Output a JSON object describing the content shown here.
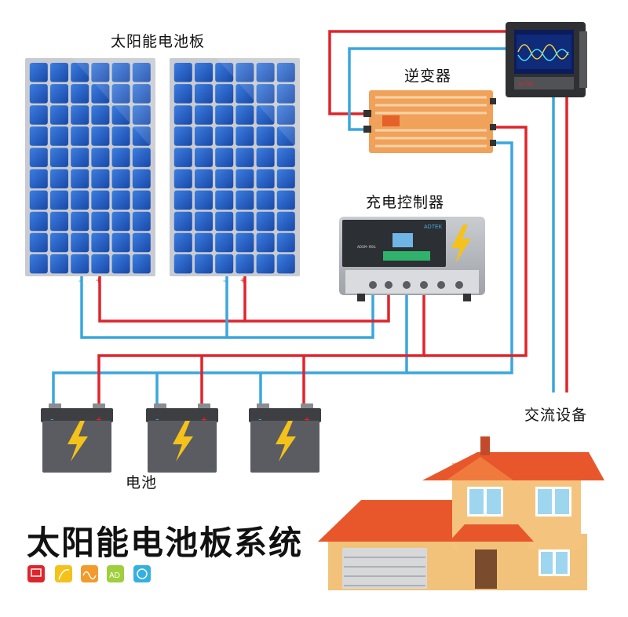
{
  "labels": {
    "solar_panels": "太阳能电池板",
    "inverter": "逆变器",
    "charge_controller": "充电控制器",
    "ac_equipment": "交流设备",
    "battery": "电池",
    "title": "太阳能电池板系统"
  },
  "panel_terminals": {
    "negative": "-",
    "positive": "+"
  },
  "battery_terminals": {
    "negative": "-",
    "positive": "+"
  },
  "controller_brand": "ADTEK",
  "meter_brand": "ADTEK",
  "controller_model": "ADSM-R01",
  "colors": {
    "positive_wire": "#e0242b",
    "negative_wire": "#3aa6dd",
    "panel_cell": "#1f5fc4",
    "inverter_body": "#f2a259",
    "battery_body": "#5a5c61",
    "lightning": "#f4c21b",
    "house_roof": "#e8572b",
    "house_wall": "#f2c27a"
  },
  "footer_icons": [
    "touch-icon",
    "signal-icon",
    "wave-icon",
    "ad-icon",
    "network-icon"
  ]
}
